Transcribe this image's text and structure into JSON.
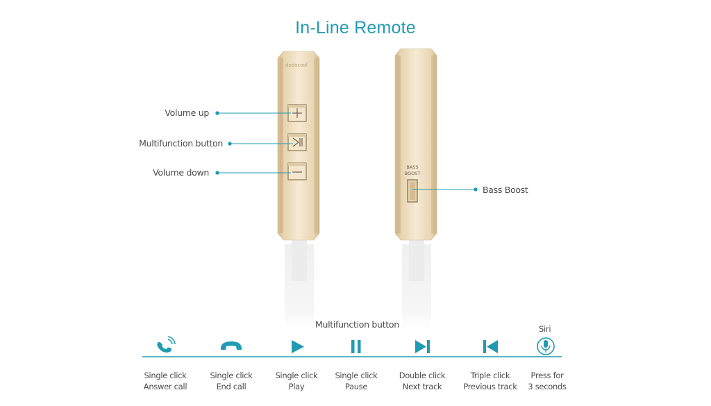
{
  "title": "In-Line Remote",
  "remote": {
    "brand": "dodocool",
    "bass_boost_mark": [
      "BASS",
      "BOOST"
    ]
  },
  "callouts": {
    "volume_up": "Volume up",
    "multifunction": "Multifunction button",
    "volume_down": "Volume down",
    "bass_boost": "Bass Boost"
  },
  "legend": {
    "header": "Multifunction button",
    "siri_label": "Siri",
    "items": [
      {
        "icon": "phone-answer-icon",
        "line1": "Single click",
        "line2": "Answer call"
      },
      {
        "icon": "phone-hangup-icon",
        "line1": "Single click",
        "line2": "End call"
      },
      {
        "icon": "play-icon",
        "line1": "Single click",
        "line2": "Play"
      },
      {
        "icon": "pause-icon",
        "line1": "Single click",
        "line2": "Pause"
      },
      {
        "icon": "next-track-icon",
        "line1": "Double click",
        "line2": "Next track"
      },
      {
        "icon": "previous-track-icon",
        "line1": "Triple click",
        "line2": "Previous track"
      },
      {
        "icon": "microphone-icon",
        "line1": "Press for",
        "line2": "3 seconds"
      }
    ]
  },
  "colors": {
    "accent": "#1f9bb3",
    "remote_gold": "#e9d6b4",
    "cable": "#f4f4f4"
  }
}
